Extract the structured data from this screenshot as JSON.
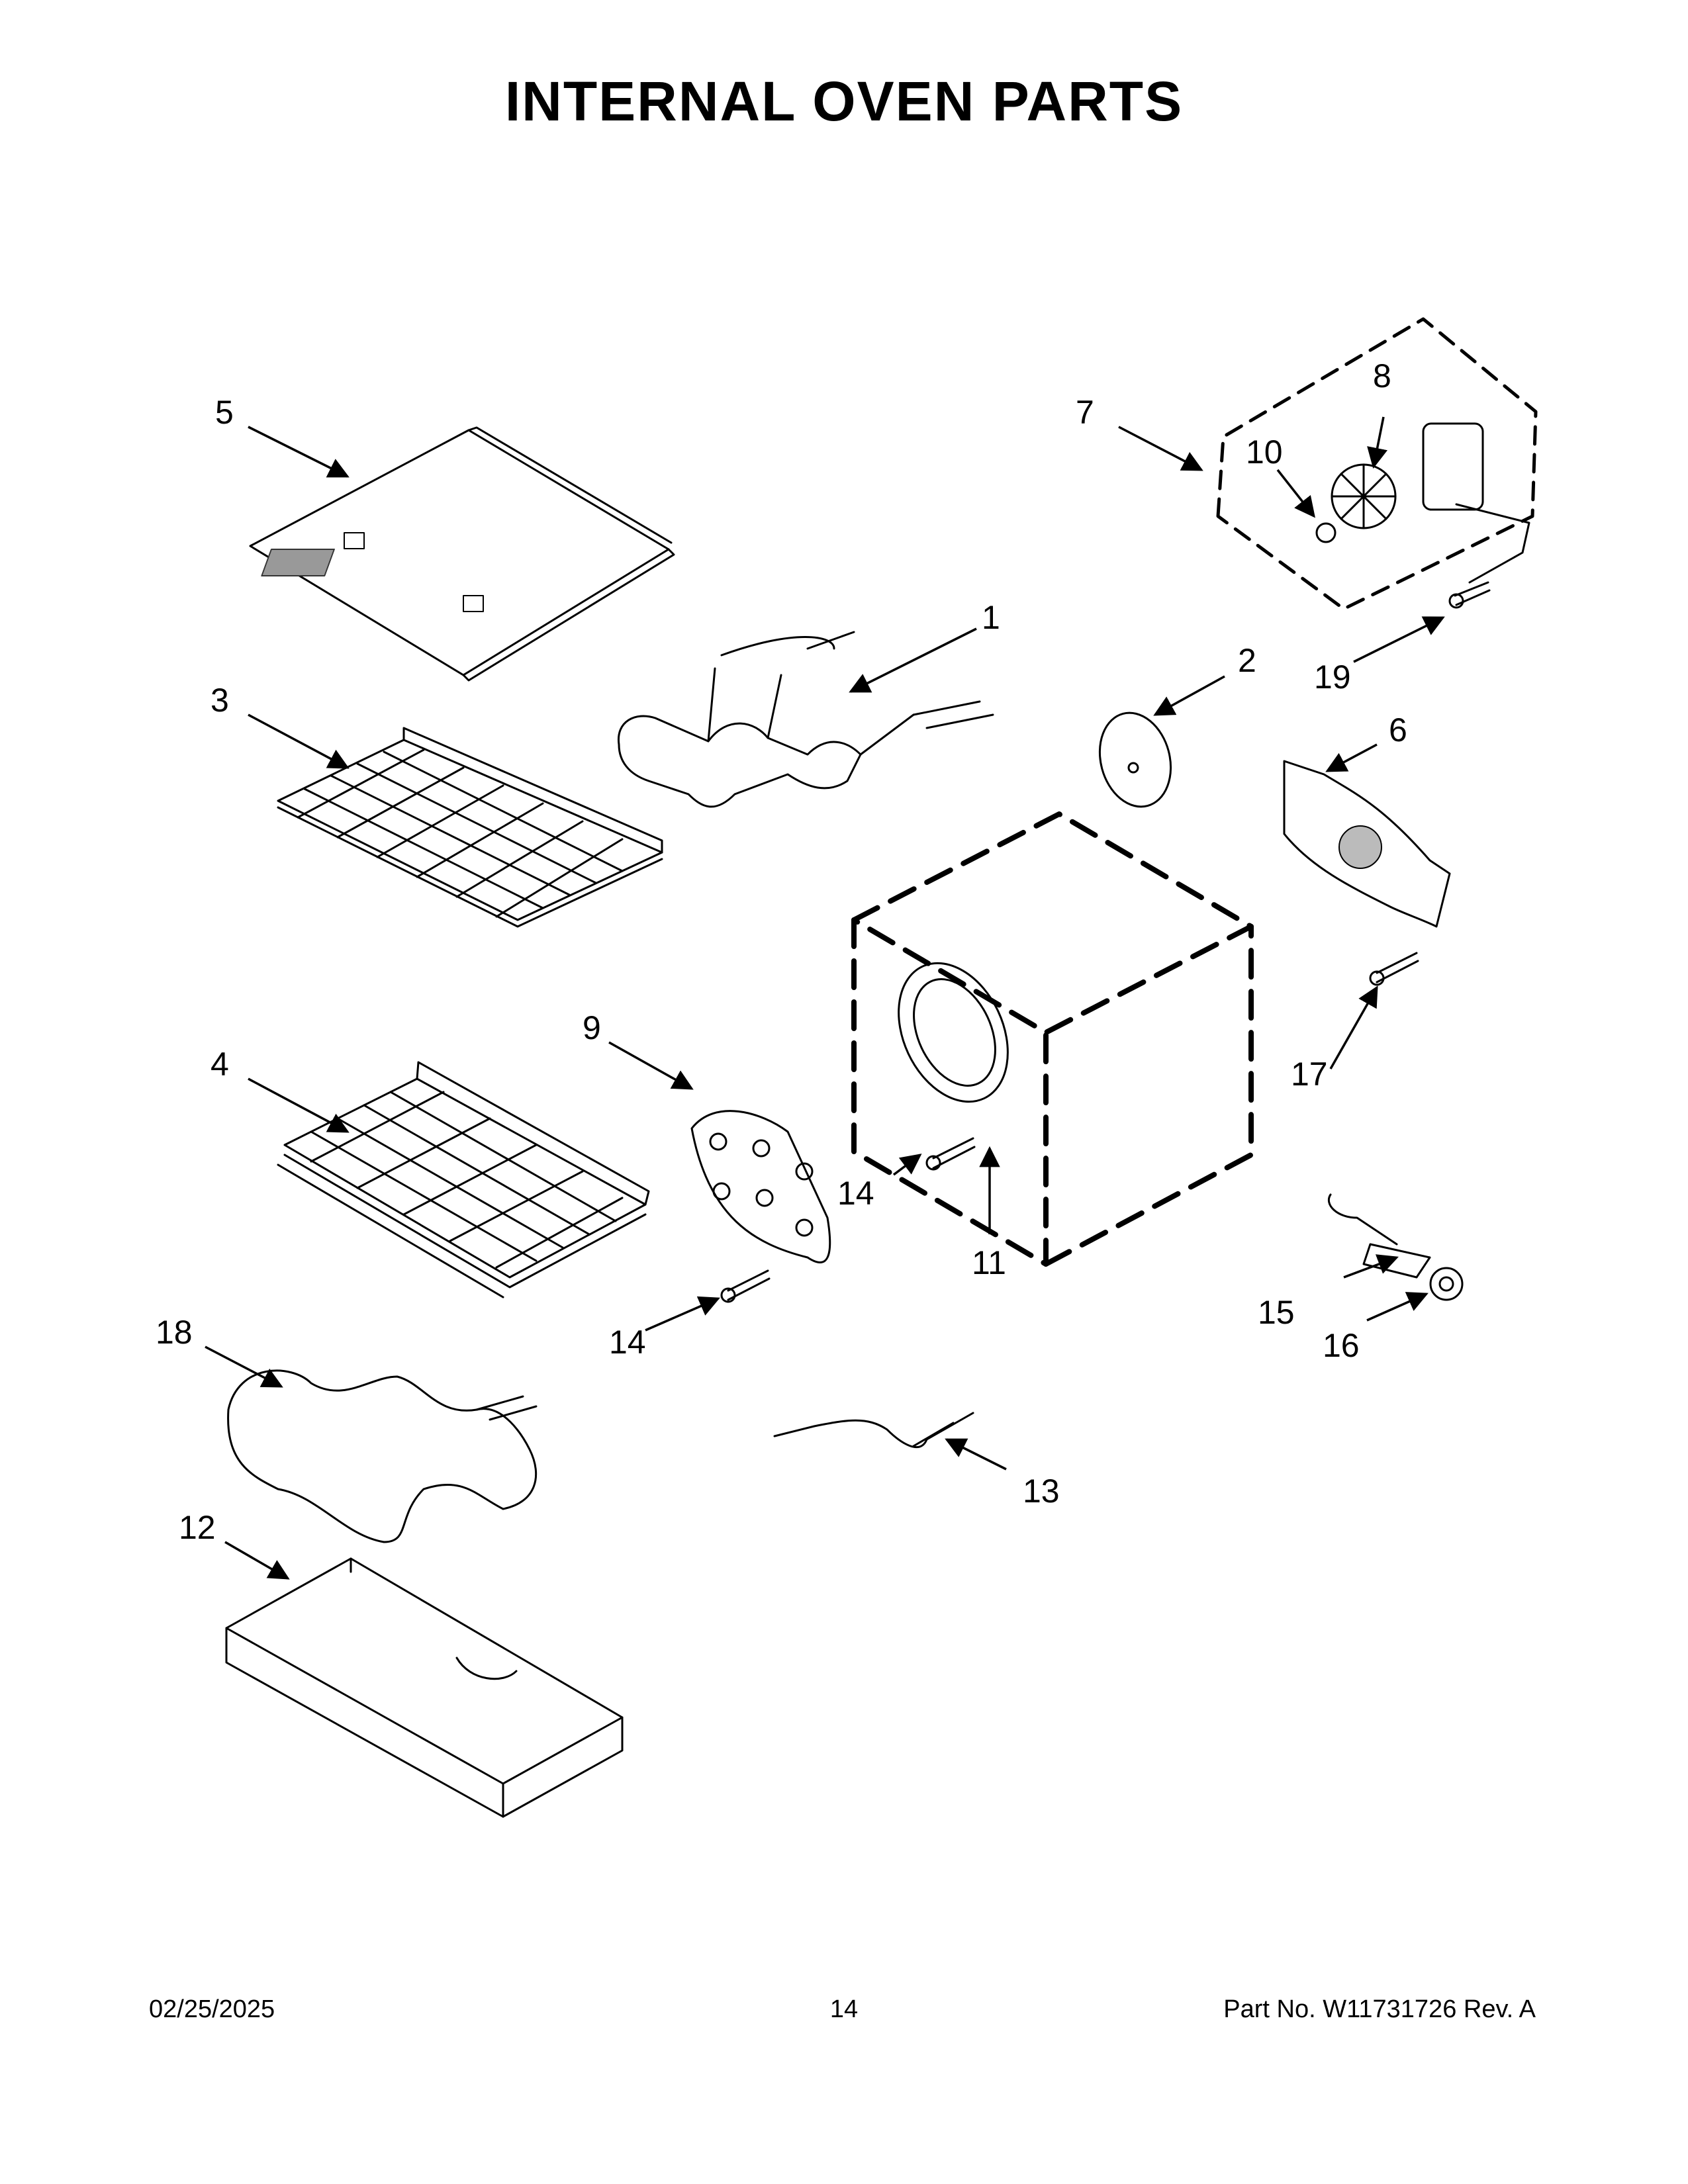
{
  "title": "INTERNAL OVEN PARTS",
  "callouts": [
    {
      "id": "c1",
      "label": "1"
    },
    {
      "id": "c2",
      "label": "2"
    },
    {
      "id": "c3",
      "label": "3"
    },
    {
      "id": "c4",
      "label": "4"
    },
    {
      "id": "c5",
      "label": "5"
    },
    {
      "id": "c6",
      "label": "6"
    },
    {
      "id": "c7",
      "label": "7"
    },
    {
      "id": "c8",
      "label": "8"
    },
    {
      "id": "c9",
      "label": "9"
    },
    {
      "id": "c10",
      "label": "10"
    },
    {
      "id": "c11",
      "label": "11"
    },
    {
      "id": "c12",
      "label": "12"
    },
    {
      "id": "c13",
      "label": "13"
    },
    {
      "id": "c14a",
      "label": "14"
    },
    {
      "id": "c14b",
      "label": "14"
    },
    {
      "id": "c15",
      "label": "15"
    },
    {
      "id": "c16",
      "label": "16"
    },
    {
      "id": "c17",
      "label": "17"
    },
    {
      "id": "c18",
      "label": "18"
    },
    {
      "id": "c19",
      "label": "19"
    }
  ],
  "footer": {
    "date": "02/25/2025",
    "page": "14",
    "part": "Part No.  W11731726  Rev.  A"
  }
}
